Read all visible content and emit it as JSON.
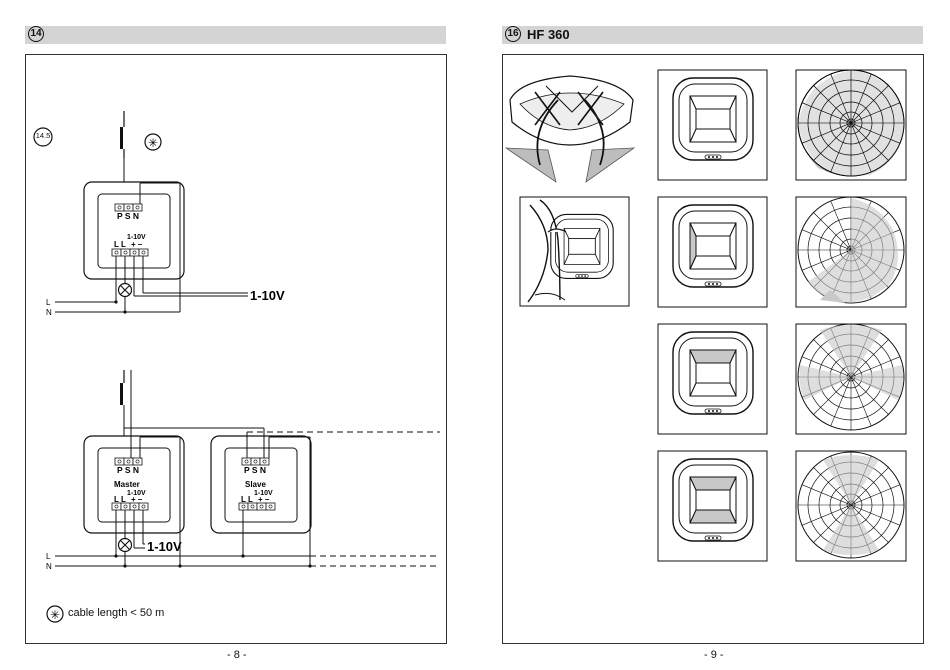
{
  "left_page": {
    "section_number": "14",
    "sub_label": "14.5",
    "wiring": {
      "terminals_top": "P S N",
      "terminals_bottom": "L L 1-10V + –",
      "label_1_10v": "1-10V",
      "pm_label": "+ –",
      "L_label": "L",
      "N_label": "N",
      "master_label": "Master",
      "slave_label": "Slave",
      "output_label": "1-10V"
    },
    "footnote": "cable length < 50 m",
    "page_number": "- 8 -"
  },
  "right_page": {
    "section_number": "16",
    "title": "HF 360",
    "page_number": "- 9 -"
  }
}
